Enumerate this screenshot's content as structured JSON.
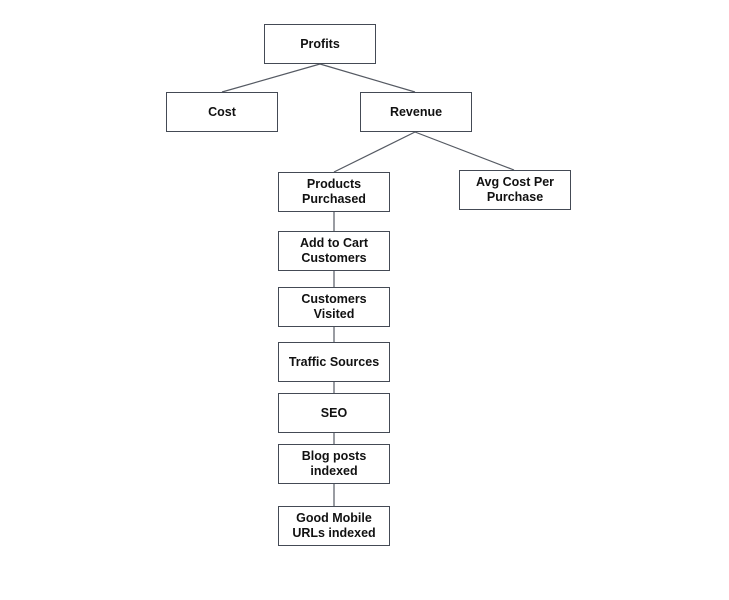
{
  "diagram": {
    "nodes": {
      "profits": "Profits",
      "cost": "Cost",
      "revenue": "Revenue",
      "products_purchased": "Products\nPurchased",
      "avg_cost_per_purchase": "Avg Cost Per\nPurchase",
      "add_to_cart_customers": "Add to Cart\nCustomers",
      "customers_visited": "Customers\nVisited",
      "traffic_sources": "Traffic Sources",
      "seo": "SEO",
      "blog_posts_indexed": "Blog posts\nindexed",
      "good_mobile_urls_indexed": "Good Mobile\nURLs indexed"
    },
    "edges": [
      [
        "profits",
        "cost"
      ],
      [
        "profits",
        "revenue"
      ],
      [
        "revenue",
        "products_purchased"
      ],
      [
        "revenue",
        "avg_cost_per_purchase"
      ],
      [
        "products_purchased",
        "add_to_cart_customers"
      ],
      [
        "add_to_cart_customers",
        "customers_visited"
      ],
      [
        "customers_visited",
        "traffic_sources"
      ],
      [
        "traffic_sources",
        "seo"
      ],
      [
        "seo",
        "blog_posts_indexed"
      ],
      [
        "blog_posts_indexed",
        "good_mobile_urls_indexed"
      ]
    ],
    "colors": {
      "border": "#444a55",
      "connector": "#555a63",
      "text": "#111111"
    }
  }
}
